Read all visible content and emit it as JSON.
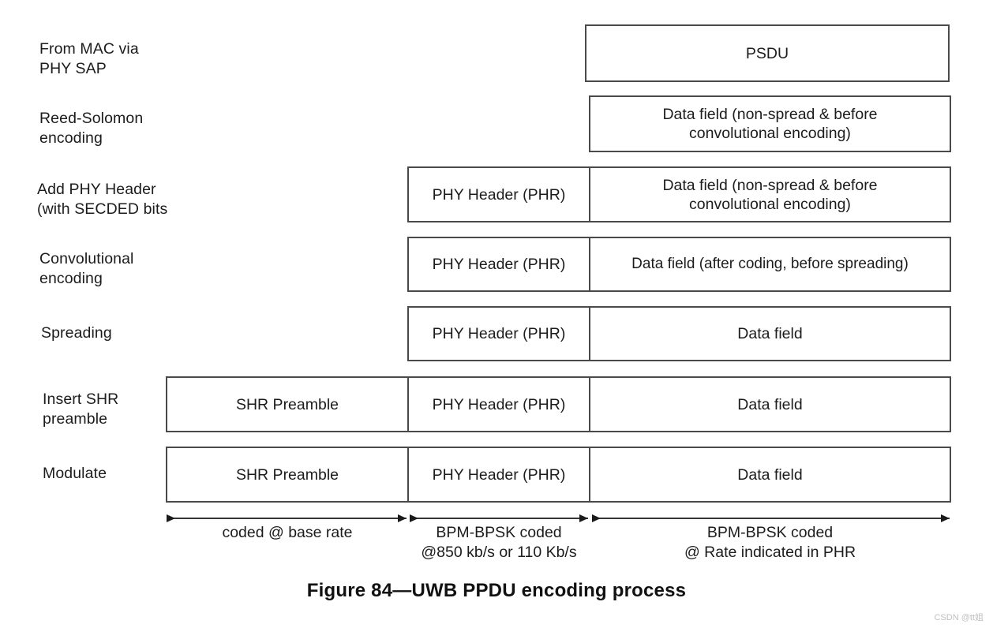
{
  "figure": {
    "caption": "Figure 84—UWB PPDU encoding process",
    "watermark": "CSDN @tt姐",
    "colors": {
      "box_border": "#4a4a4a",
      "text": "#1c1c1c",
      "background": "#ffffff",
      "arrow": "#1a1a1a",
      "watermark": "#bfbfbf"
    }
  },
  "stages": [
    {
      "id": "from-mac-via-phy-sap",
      "label": "From MAC via\nPHY SAP"
    },
    {
      "id": "reed-solomon-encoding",
      "label": "Reed-Solomon\nencoding"
    },
    {
      "id": "add-phy-header",
      "label": "Add PHY Header\n(with SECDED bits"
    },
    {
      "id": "convolutional-encoding",
      "label": "Convolutional\nencoding"
    },
    {
      "id": "spreading",
      "label": "Spreading"
    },
    {
      "id": "insert-shr-preamble",
      "label": "Insert SHR\npreamble"
    },
    {
      "id": "modulate",
      "label": "Modulate"
    }
  ],
  "rows": [
    {
      "stage": "from-mac-via-phy-sap",
      "fields": [
        {
          "name": "psdu",
          "label": "PSDU"
        }
      ]
    },
    {
      "stage": "reed-solomon-encoding",
      "fields": [
        {
          "name": "data-field",
          "label": "Data field (non-spread & before\nconvolutional encoding)"
        }
      ]
    },
    {
      "stage": "add-phy-header",
      "fields": [
        {
          "name": "phy-header",
          "label": "PHY Header (PHR)"
        },
        {
          "name": "data-field",
          "label": "Data field (non-spread & before\nconvolutional encoding)"
        }
      ]
    },
    {
      "stage": "convolutional-encoding",
      "fields": [
        {
          "name": "phy-header",
          "label": "PHY Header (PHR)"
        },
        {
          "name": "data-field",
          "label": "Data field (after coding, before spreading)"
        }
      ]
    },
    {
      "stage": "spreading",
      "fields": [
        {
          "name": "phy-header",
          "label": "PHY Header (PHR)"
        },
        {
          "name": "data-field",
          "label": "Data field"
        }
      ]
    },
    {
      "stage": "insert-shr-preamble",
      "fields": [
        {
          "name": "shr-preamble",
          "label": "SHR Preamble"
        },
        {
          "name": "phy-header",
          "label": "PHY Header (PHR)"
        },
        {
          "name": "data-field",
          "label": "Data field"
        }
      ]
    },
    {
      "stage": "modulate",
      "fields": [
        {
          "name": "shr-preamble",
          "label": "SHR Preamble"
        },
        {
          "name": "phy-header",
          "label": "PHY Header (PHR)"
        },
        {
          "name": "data-field",
          "label": "Data field"
        }
      ]
    }
  ],
  "rate_annotations": [
    {
      "id": "shr-rate",
      "label": "coded @ base rate"
    },
    {
      "id": "phr-rate",
      "label": "BPM-BPSK coded\n@850 kb/s or 110 Kb/s"
    },
    {
      "id": "data-rate",
      "label": "BPM-BPSK coded\n@ Rate indicated in PHR"
    }
  ]
}
